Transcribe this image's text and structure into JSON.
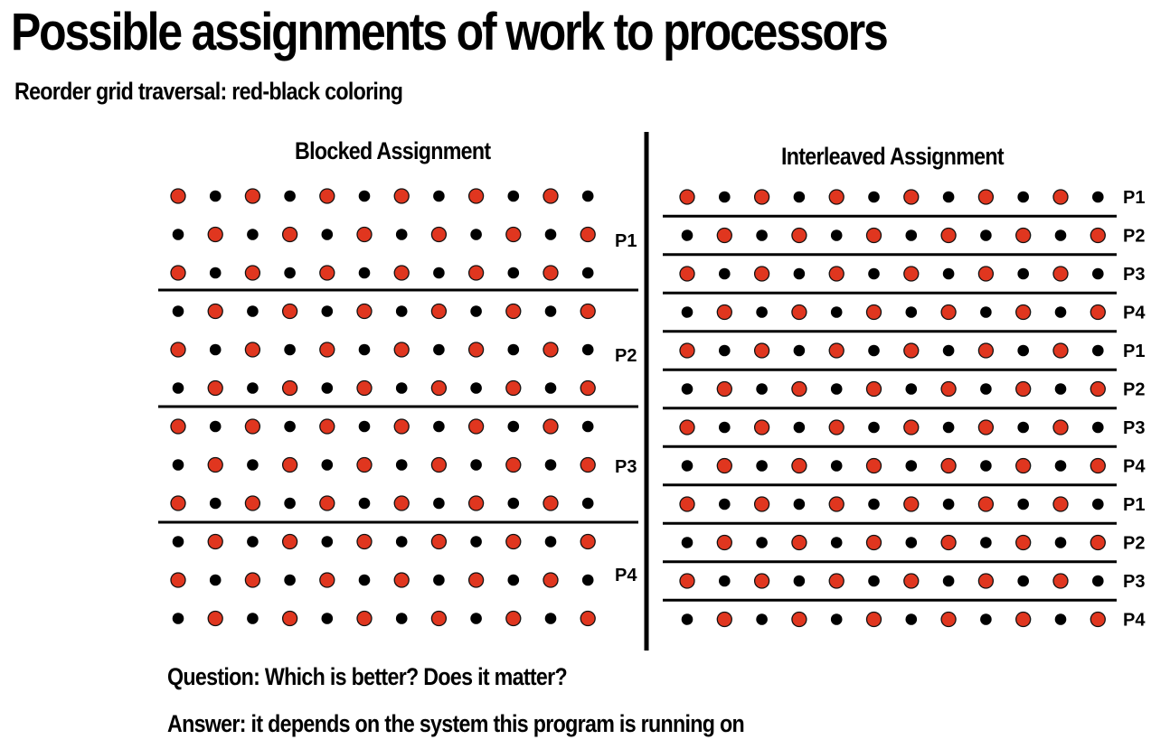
{
  "slide": {
    "title": "Possible assignments of work to processors",
    "subtitle": "Reorder grid traversal: red-black coloring"
  },
  "blocked": {
    "heading": "Blocked Assignment",
    "rows": 12,
    "cols": 12,
    "rows_per_processor": 3,
    "processor_labels": [
      "P1",
      "P2",
      "P3",
      "P4"
    ]
  },
  "interleaved": {
    "heading": "Interleaved Assignment",
    "rows": 12,
    "cols": 12,
    "row_labels": [
      "P1",
      "P2",
      "P3",
      "P4",
      "P1",
      "P2",
      "P3",
      "P4",
      "P1",
      "P2",
      "P3",
      "P4"
    ]
  },
  "colors": {
    "red": "#e0361f",
    "black": "#000000",
    "line": "#000000"
  },
  "footer": {
    "question": "Question: Which is better? Does it matter?",
    "answer": "Answer: it depends on the system this program is running on"
  }
}
